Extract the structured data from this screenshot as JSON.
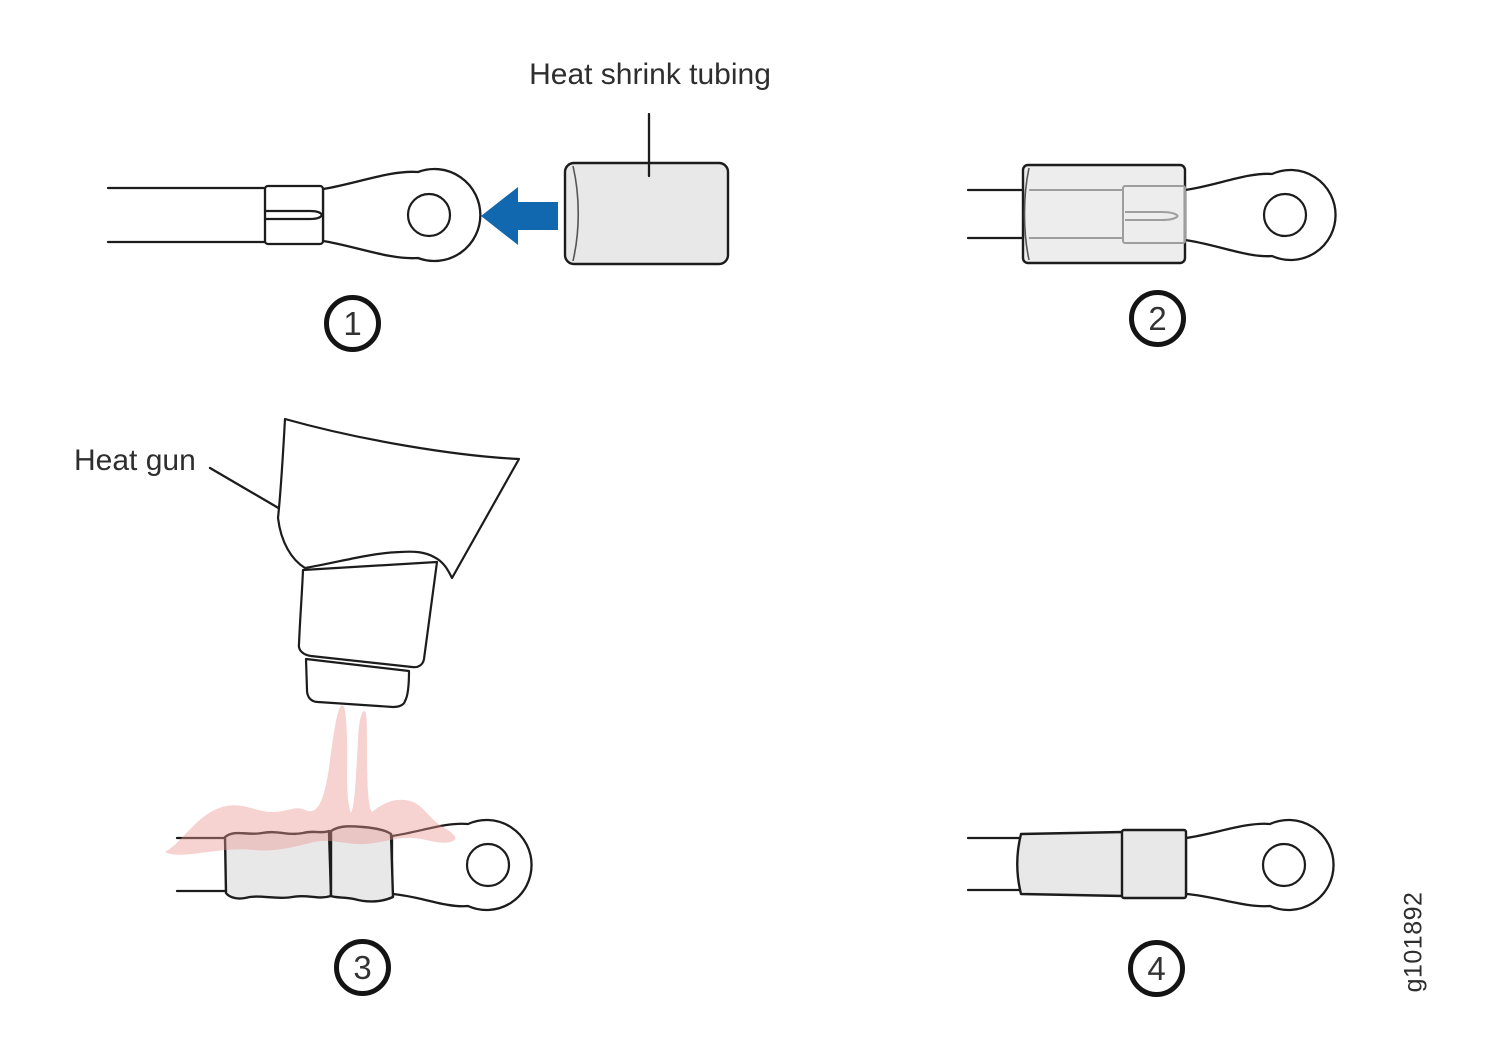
{
  "figure": {
    "figure_id": "g101892"
  },
  "labels": {
    "heat_shrink_tubing": "Heat shrink tubing",
    "heat_gun": "Heat gun"
  },
  "steps": [
    {
      "number": "1"
    },
    {
      "number": "2"
    },
    {
      "number": "3"
    },
    {
      "number": "4"
    }
  ],
  "icons": {
    "insertion_direction_arrow": "arrow-left"
  },
  "colors": {
    "line": "#1c1c1c",
    "arrow_blue": "#1168ae",
    "tubing_gray": "#e8e8e8",
    "tubing_gray_translucent": "#ededed",
    "heat_pink": "rgba(233,150,144,0.42)",
    "text": "#2e2e2e"
  }
}
